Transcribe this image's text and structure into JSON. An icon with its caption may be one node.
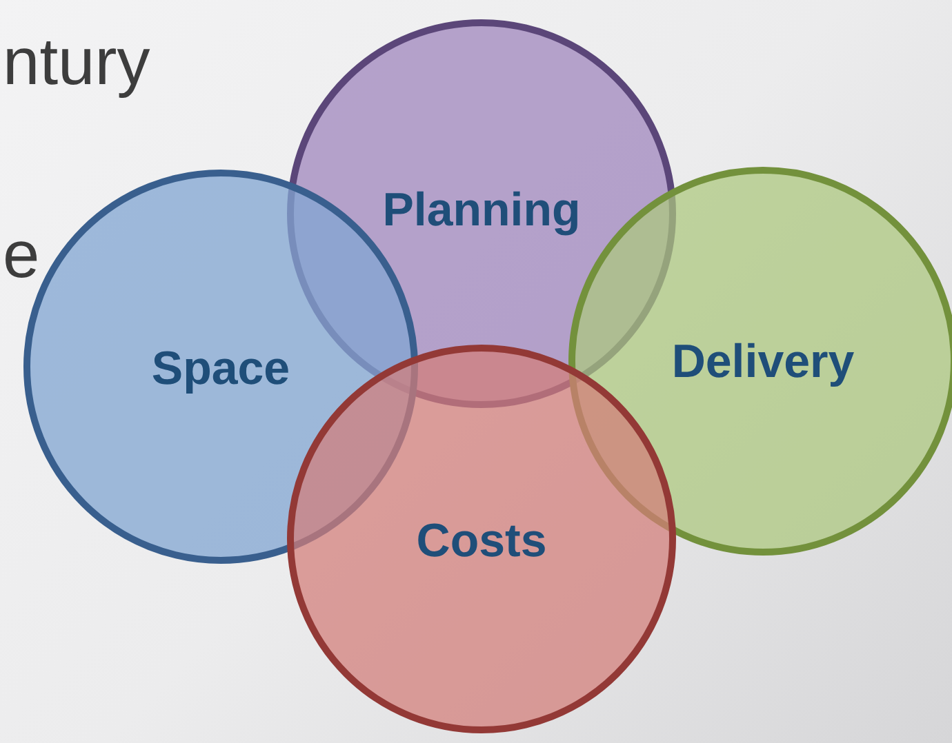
{
  "diagram": {
    "nodes": [
      {
        "text": [
          "Planning"
        ]
      },
      {
        "text": [
          "Space"
        ]
      },
      {
        "text": [
          "Delivery"
        ]
      },
      {
        "text": [
          "Costs"
        ]
      }
    ],
    "labels": [
      "ntury",
      "e"
    ]
  }
}
